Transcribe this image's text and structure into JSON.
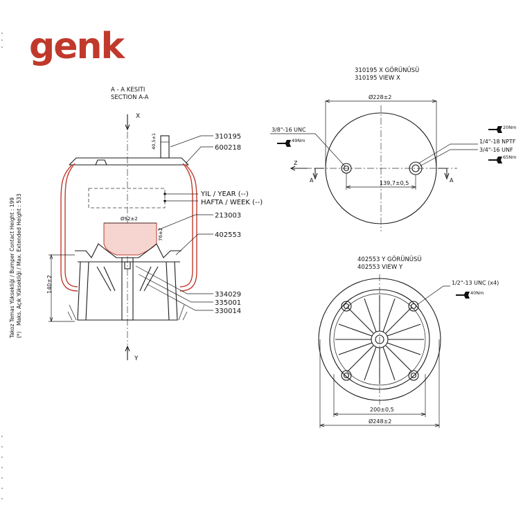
{
  "brand": {
    "logo_text": "genk",
    "color": "#c0392b"
  },
  "section_view": {
    "title_tr": "A - A KESITI",
    "title_en": "SECTION A-A",
    "axis_top": "X",
    "axis_bottom": "Y",
    "dimension_height": "140±2",
    "dimension_bolt": "40,5±1",
    "dimension_piston_diameter": "Ø92±2",
    "dimension_piston_height": "76±2",
    "year_label": "YIL / YEAR (--)",
    "week_label": "HAFTA / WEEK (--)",
    "vertical_note_line1": "Takoz Temas Yüksekliği / Bumper Contact Height : 199",
    "vertical_note_line2": "Maks. Açık Yüksekliği / Max. Extended Height : 533",
    "vertical_note_mark": "(*)",
    "part_numbers": [
      "310195",
      "600218",
      "213003",
      "402553",
      "334029",
      "335001",
      "330014"
    ]
  },
  "view_x": {
    "title_line1": "310195 X GÖRÜNÜSÜ",
    "title_line2": "310195   VIEW X",
    "diameter": "Ø228±2",
    "hole_spacing": "139,7±0,5",
    "thread_left": "3/8\"-16 UNC",
    "torque_left": "49Nm",
    "thread_right_top": "1/4\"-18 NPTF",
    "thread_right_bottom": "3/4\"-16 UNF",
    "torque_right_top": "20Nm",
    "torque_right_bottom": "65Nm",
    "section_marker_left": "A",
    "section_marker_right": "A",
    "axis_z": "Z"
  },
  "view_y": {
    "title_line1": "402553 Y GÖRÜNÜSÜ",
    "title_line2": "402553 VIEW Y",
    "thread": "1/2\"-13 UNC (x4)",
    "torque": "40Nm",
    "inner_dimension": "200±0,5",
    "outer_dimension": "Ø248±2"
  }
}
